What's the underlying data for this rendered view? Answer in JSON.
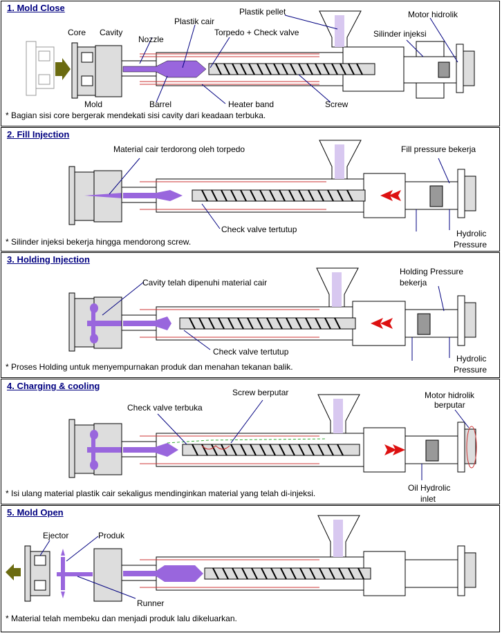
{
  "colors": {
    "title": "#000080",
    "material": "#9966dd",
    "arrow_red": "#dd1111",
    "heater": "#cc3333",
    "leader": "#000080",
    "mold_arrow": "#6b6b10",
    "pellet": "#b08adf"
  },
  "panels": [
    {
      "title": "1.  Mold Close",
      "note": "* Bagian sisi core bergerak mendekati sisi cavity dari keadaan terbuka.",
      "labels": {
        "core": "Core",
        "cavity": "Cavity",
        "nozzle": "Nozzle",
        "plastik_cair": "Plastik cair",
        "plastik_pellet": "Plastik pellet",
        "torpedo": "Torpedo + Check valve",
        "motor": "Motor hidrolik",
        "silinder": "Silinder injeksi",
        "mold": "Mold",
        "barrel": "Barrel",
        "heater": "Heater band",
        "screw": "Screw"
      }
    },
    {
      "title": "2.  Fill Injection",
      "note": "* Silinder injeksi bekerja hingga mendorong screw.",
      "labels": {
        "material": "Material cair terdorong oleh torpedo",
        "fill": "Fill pressure bekerja",
        "check": "Check valve tertutup",
        "hyd1": "Hydrolic",
        "hyd2": "Pressure"
      }
    },
    {
      "title": "3.  Holding Injection",
      "note": "* Proses Holding untuk menyempurnakan produk dan menahan tekanan balik.",
      "labels": {
        "cavity": "Cavity telah dipenuhi material cair",
        "hold1": "Holding Pressure",
        "hold2": "bekerja",
        "check": "Check valve tertutup",
        "hyd1": "Hydrolic",
        "hyd2": "Pressure"
      }
    },
    {
      "title": "4.  Charging & cooling",
      "note": "* Isi ulang material plastik cair sekaligus mendinginkan material yang telah di-injeksi.",
      "labels": {
        "check": "Check valve terbuka",
        "screw": "Screw berputar",
        "motor1": "Motor hidrolik",
        "motor2": "berputar",
        "oil1": "Oil Hydrolic",
        "oil2": "inlet"
      }
    },
    {
      "title": "5.  Mold Open",
      "note": "* Material telah membeku dan menjadi produk lalu dikeluarkan.",
      "labels": {
        "ejector": "Ejector",
        "produk": "Produk",
        "runner": "Runner"
      }
    }
  ]
}
